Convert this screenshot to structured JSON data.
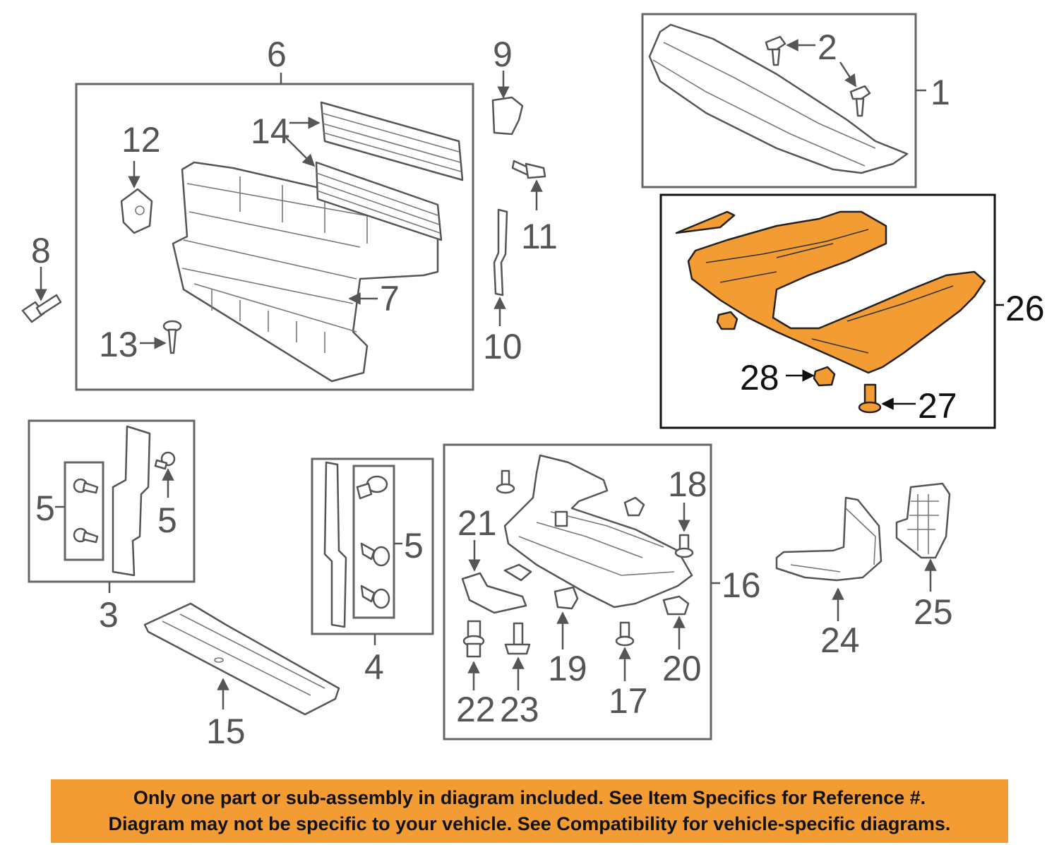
{
  "callouts": {
    "c1": "1",
    "c2": "2",
    "c3": "3",
    "c4": "4",
    "c5a": "5",
    "c5b": "5",
    "c5c": "5",
    "c6": "6",
    "c7": "7",
    "c8": "8",
    "c9": "9",
    "c10": "10",
    "c11": "11",
    "c12": "12",
    "c13": "13",
    "c14": "14",
    "c15": "15",
    "c16": "16",
    "c17": "17",
    "c18": "18",
    "c19": "19",
    "c20": "20",
    "c21": "21",
    "c22": "22",
    "c23": "23",
    "c24": "24",
    "c25": "25",
    "c26": "26",
    "c27": "27",
    "c28": "28"
  },
  "banner": {
    "line1": "Only one part or sub-assembly in diagram included. See Item Specifics for Reference #.",
    "line2": "Diagram may not be specific to your vehicle. See Compatibility for vehicle-specific diagrams."
  },
  "colors": {
    "highlight": "#f39c33",
    "banner_background": "#f39c33",
    "line_gray": "#555555"
  }
}
